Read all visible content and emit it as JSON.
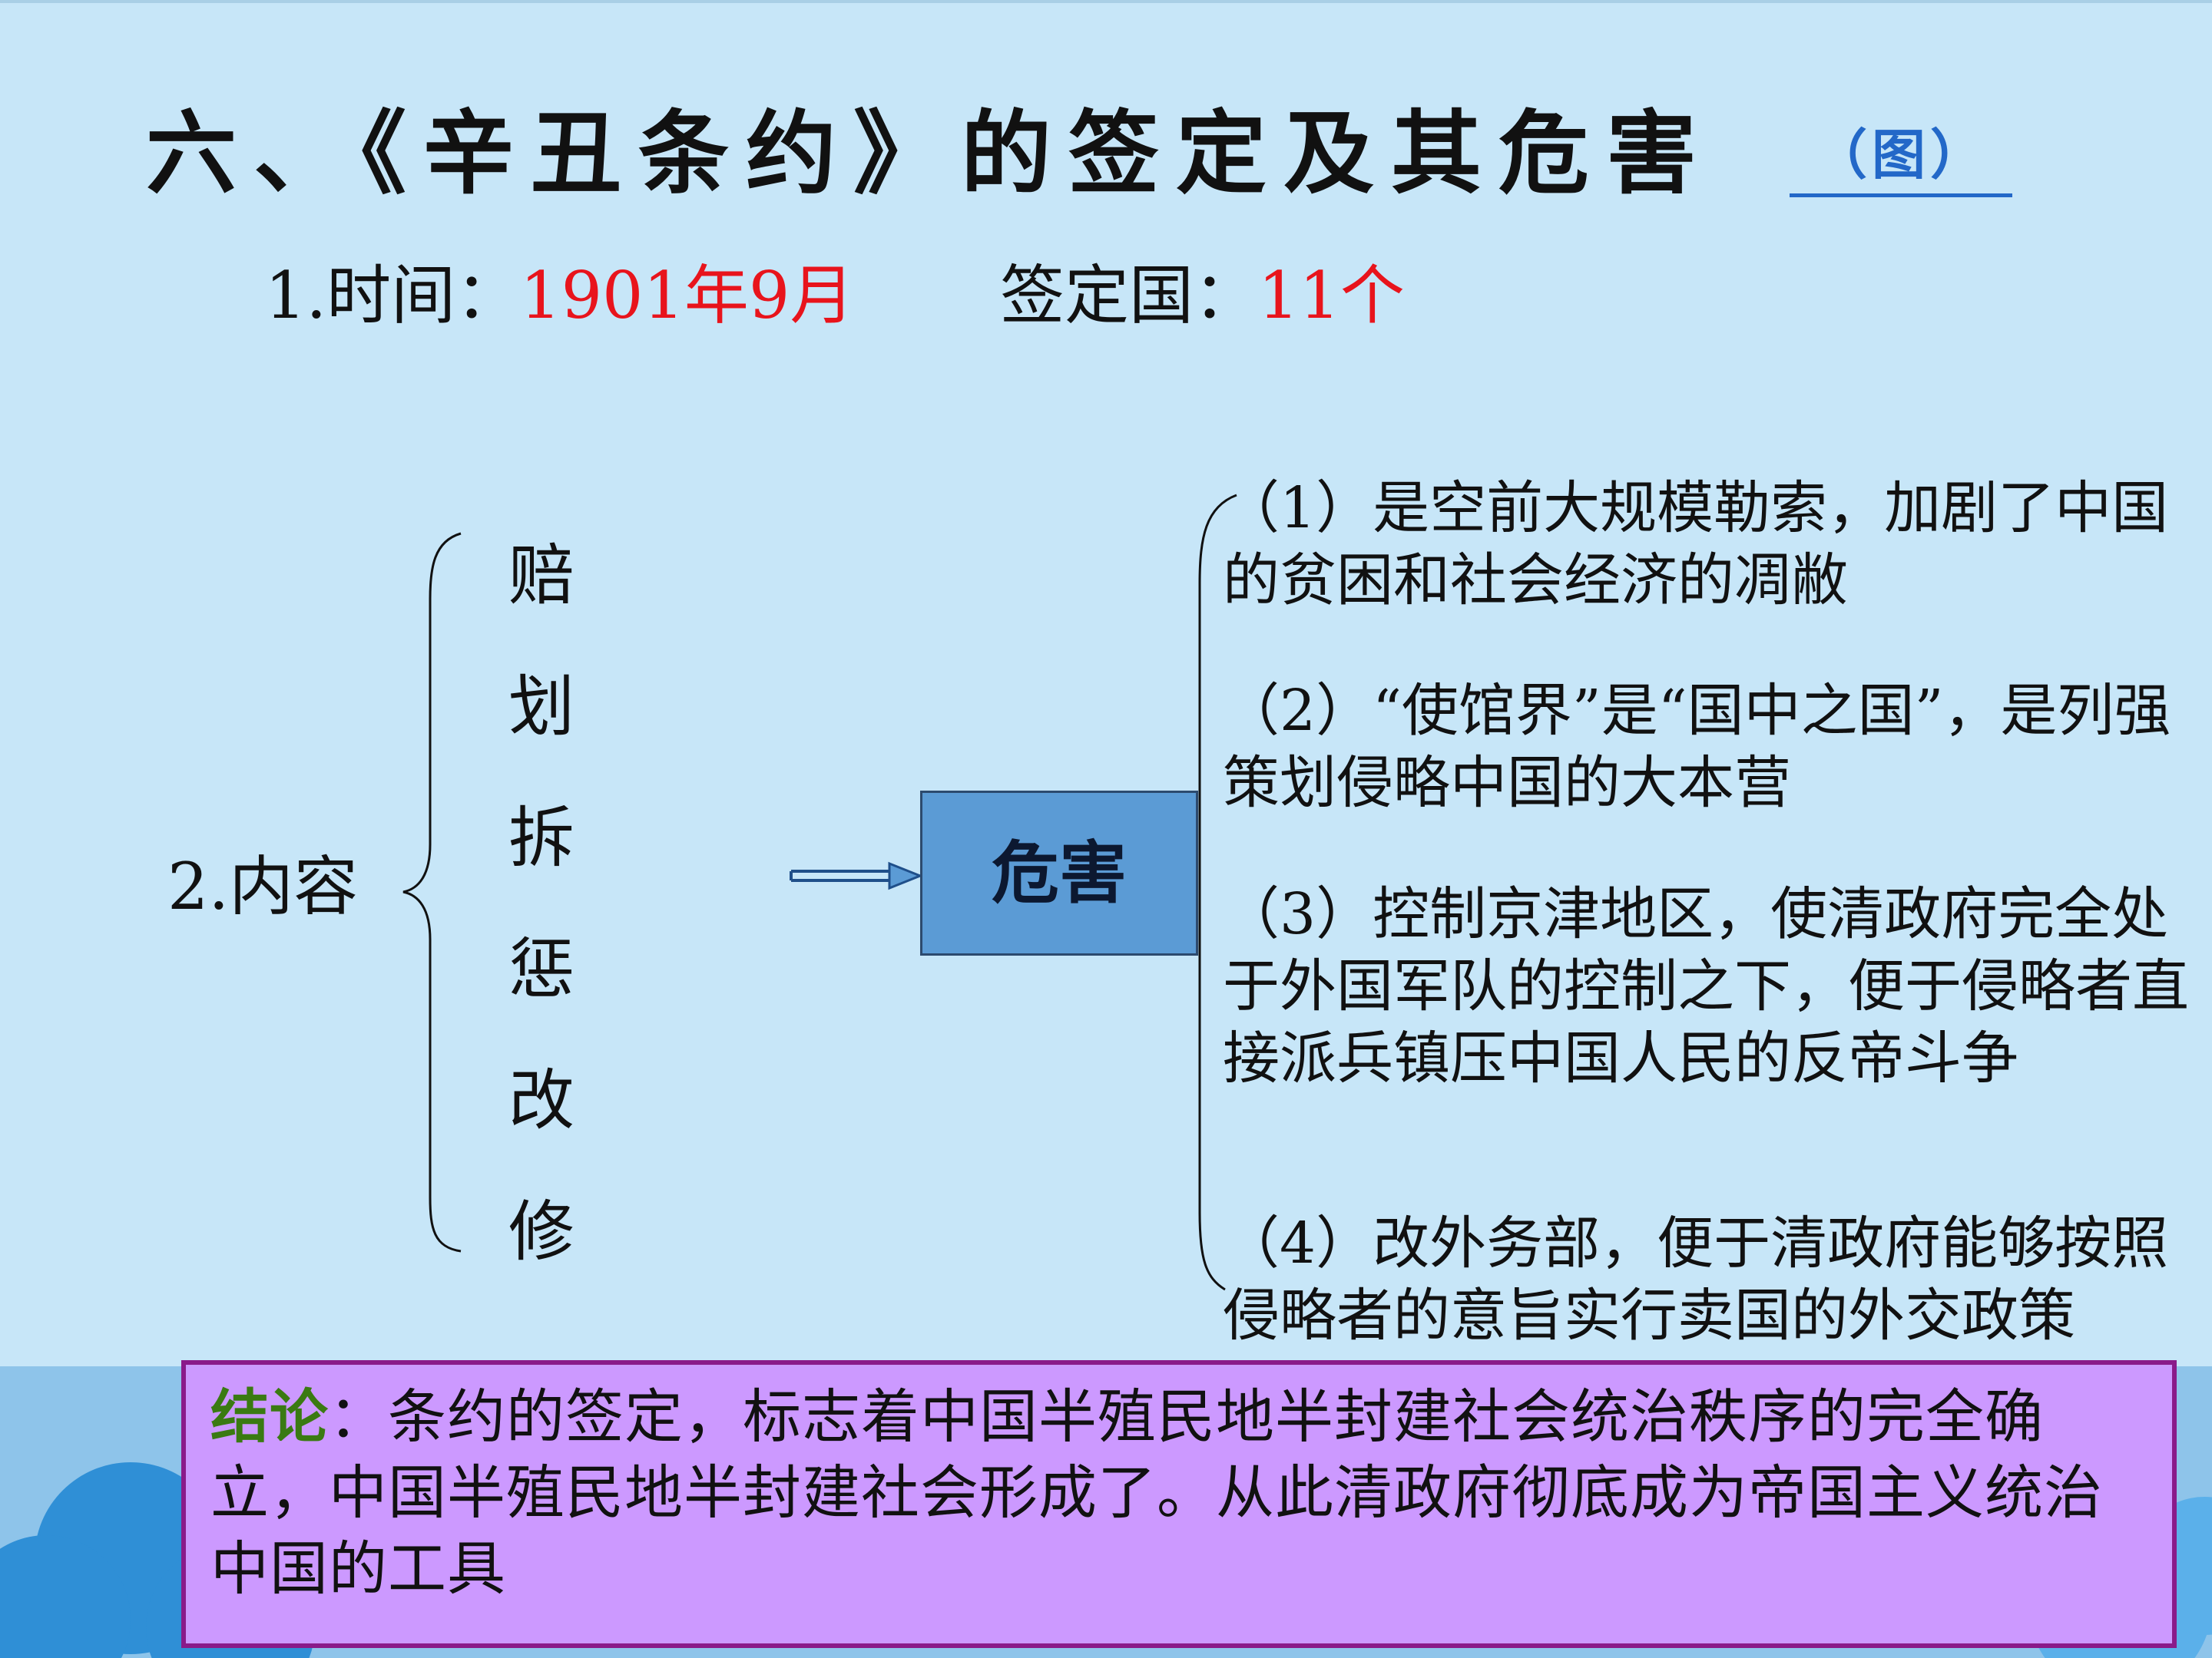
{
  "title": {
    "text": "六、《辛丑条约》的签定及其危害",
    "link_label": "（图）"
  },
  "info": {
    "time_label": "1.时间：",
    "time_value": "1901年9月",
    "countries_label": "签定国：",
    "countries_value": "11个"
  },
  "content": {
    "label": "2.内容",
    "items": [
      "赔",
      "划",
      "拆",
      "惩",
      "改",
      "修"
    ]
  },
  "harm": {
    "label": "危害",
    "effects": [
      "（1）是空前大规模勒索，加剧了中国的贫困和社会经济的凋敝",
      "（2）“使馆界”是“国中之国”，是列强策划侵略中国的大本营",
      "（3）控制京津地区，使清政府完全处于外国军队的控制之下，便于侵略者直接派兵镇压中国人民的反帝斗争",
      "（4）改外务部，便于清政府能够按照侵略者的意旨实行卖国的外交政策"
    ]
  },
  "conclusion": {
    "tag": "结论",
    "text": "：条约的签定，标志着中国半殖民地半封建社会统治秩序的完全确立，中国半殖民地半封建社会形成了。从此清政府彻底成为帝国主义统治中国的工具"
  },
  "colors": {
    "background": "#c7e6f8",
    "highlight_red": "#e8141c",
    "harm_box": "#5b9bd5",
    "conclusion_bg": "#cc99ff",
    "conclusion_border": "#8a1a8a",
    "conclusion_tag": "#3a7a12",
    "link_blue": "#2368c8"
  }
}
